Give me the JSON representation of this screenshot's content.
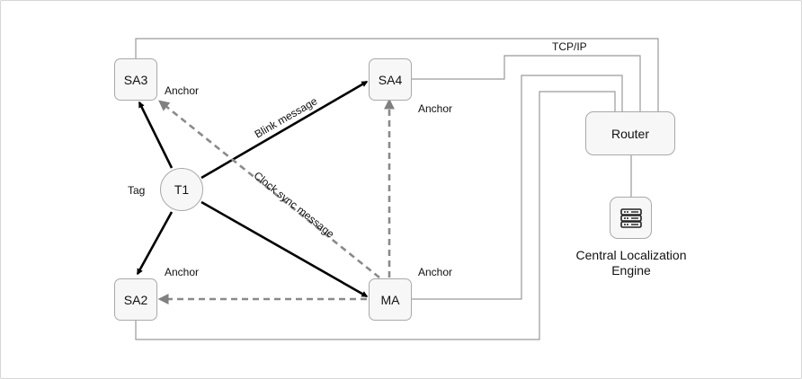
{
  "nodes": {
    "sa3": "SA3",
    "sa4": "SA4",
    "sa2": "SA2",
    "t1": "T1",
    "ma": "MA",
    "router": "Router"
  },
  "labels": {
    "anchor_sa3": "Anchor",
    "anchor_sa4": "Anchor",
    "anchor_sa2": "Anchor",
    "anchor_ma": "Anchor",
    "tag": "Tag",
    "tcp_ip": "TCP/IP",
    "blink_message": "Blink message",
    "clock_sync_message": "Clock sync message",
    "cle_line1": "Central Localization",
    "cle_line2": "Engine"
  },
  "icons": {
    "server": "server-icon"
  }
}
